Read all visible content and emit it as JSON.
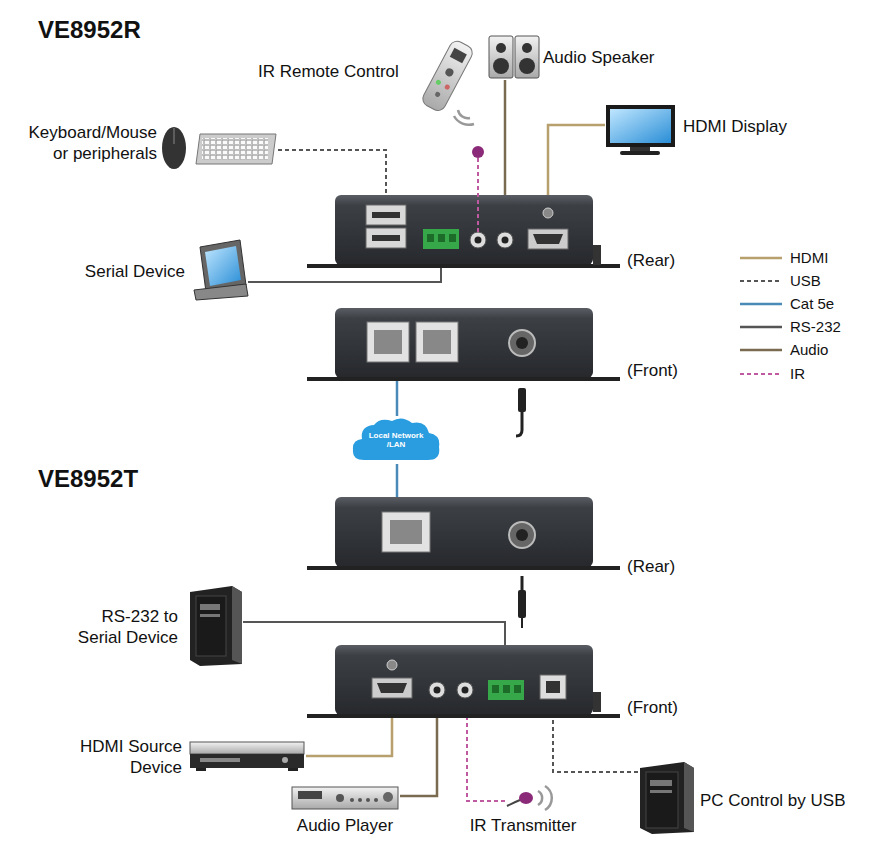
{
  "diagram": {
    "nodes": [
      {
        "text": [
          "IR Remote Control"
        ]
      },
      {
        "text": [
          "Audio Speaker"
        ]
      },
      {
        "text": [
          "HDMI Display"
        ]
      },
      {
        "text": [
          "Keyboard/Mouse or peripherals"
        ]
      },
      {
        "text": [
          "Serial Device"
        ]
      },
      {
        "text": [
          "(Rear)"
        ]
      },
      {
        "text": [
          "(Front)"
        ]
      },
      {
        "text": [
          "Local Network /LAN"
        ]
      },
      {
        "text": [
          "(Rear)"
        ]
      },
      {
        "text": [
          "RS-232 to Serial Device"
        ]
      },
      {
        "text": [
          "(Front)"
        ]
      },
      {
        "text": [
          "HDMI Source Device"
        ]
      },
      {
        "text": [
          "Audio Player"
        ]
      },
      {
        "text": [
          "IR Transmitter"
        ]
      },
      {
        "text": [
          "PC Control  by USB"
        ]
      }
    ],
    "edges": [
      {
        "from": 1,
        "to": 5,
        "arrow": "none"
      },
      {
        "from": 2,
        "to": 5,
        "arrow": "none"
      },
      {
        "from": 3,
        "to": 5,
        "arrow": "none"
      },
      {
        "from": 4,
        "to": 5,
        "arrow": "none"
      },
      {
        "from": 6,
        "to": 7,
        "arrow": "none"
      },
      {
        "from": 7,
        "to": 8,
        "arrow": "none"
      },
      {
        "from": 9,
        "to": 10,
        "arrow": "none"
      },
      {
        "from": 11,
        "to": 10,
        "arrow": "none"
      },
      {
        "from": 12,
        "to": 10,
        "arrow": "none"
      },
      {
        "from": 13,
        "to": 10,
        "arrow": "none"
      },
      {
        "from": 14,
        "to": 10,
        "arrow": "none"
      }
    ],
    "labels": [
      "VE8952R",
      "VE8952T"
    ],
    "legend": [
      {
        "text": "HDMI"
      },
      {
        "text": "USB"
      },
      {
        "text": "Cat 5e"
      },
      {
        "text": "RS-232"
      },
      {
        "text": "Audio"
      },
      {
        "text": "IR"
      }
    ]
  }
}
